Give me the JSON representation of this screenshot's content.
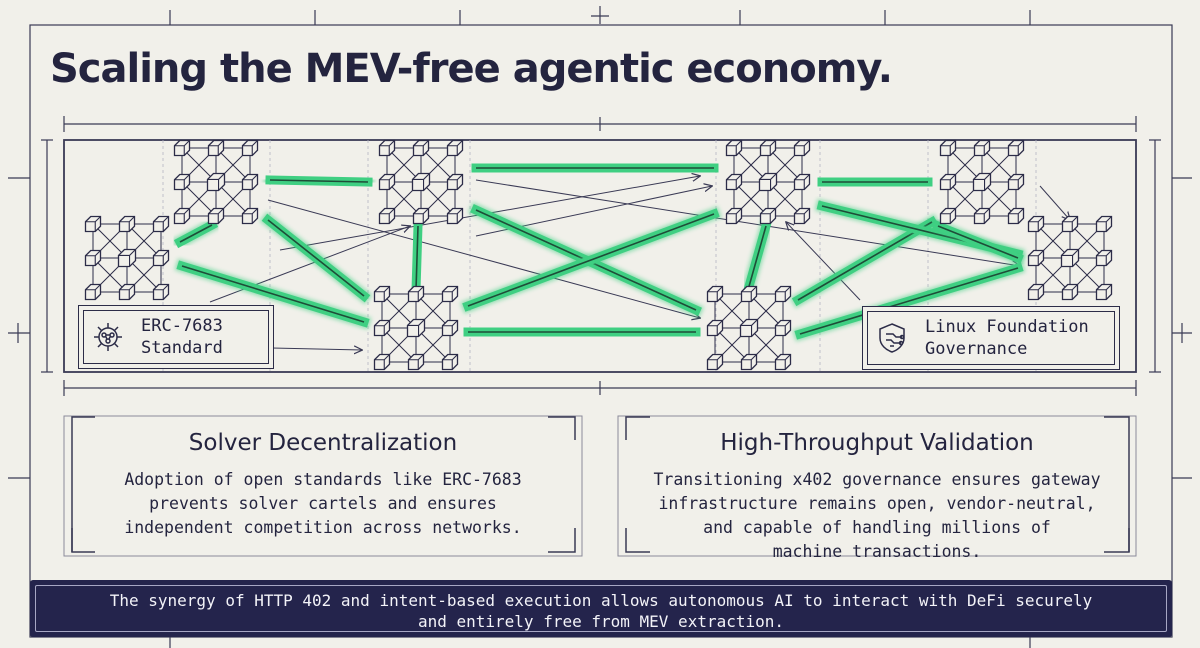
{
  "title": "Scaling the MEV-free agentic economy.",
  "colors": {
    "background": "#f1f0ea",
    "ink": "#24243f",
    "accent_green": "#3fcf82",
    "banner": "#24244c"
  },
  "diagram": {
    "nodes": [
      {
        "id": "n1",
        "icon": "cube-cluster-icon"
      },
      {
        "id": "n2",
        "icon": "cube-cluster-icon"
      },
      {
        "id": "n3",
        "icon": "cube-cluster-icon"
      },
      {
        "id": "n4",
        "icon": "cube-cluster-icon"
      },
      {
        "id": "n5",
        "icon": "cube-cluster-icon"
      },
      {
        "id": "n6",
        "icon": "cube-cluster-icon"
      },
      {
        "id": "n7",
        "icon": "cube-cluster-icon"
      },
      {
        "id": "n8",
        "icon": "cube-cluster-icon"
      },
      {
        "id": "n9",
        "icon": "cube-cluster-icon"
      }
    ],
    "green_links": [
      [
        "n2",
        "n3"
      ],
      [
        "n3",
        "n5"
      ],
      [
        "n5",
        "n6"
      ],
      [
        "n1",
        "n2"
      ],
      [
        "n1",
        "n4"
      ],
      [
        "n2",
        "n4"
      ],
      [
        "n3",
        "n4"
      ],
      [
        "n3",
        "n7"
      ],
      [
        "n4",
        "n5"
      ],
      [
        "n4",
        "n7"
      ],
      [
        "n5",
        "n7"
      ],
      [
        "n5",
        "n9"
      ],
      [
        "n6",
        "n9"
      ],
      [
        "n7",
        "n8"
      ],
      [
        "n8",
        "n9"
      ],
      [
        "n7",
        "n9"
      ]
    ],
    "arrows": [
      [
        "n2",
        "n7"
      ],
      [
        "n3",
        "n8"
      ],
      [
        "n3",
        "n9"
      ],
      [
        "n4",
        "n5"
      ],
      [
        "n8",
        "n5"
      ],
      [
        "n6",
        "n9"
      ],
      [
        "n3",
        "n6"
      ]
    ],
    "label_left": {
      "line1": "ERC-7683",
      "line2": "Standard",
      "icon": "gear-network-icon"
    },
    "label_right": {
      "line1": "Linux Foundation",
      "line2": "Governance",
      "icon": "shield-circuit-icon"
    }
  },
  "cards": [
    {
      "title": "Solver Decentralization",
      "lines": [
        "Adoption of open standards like ERC-7683",
        "prevents solver cartels and ensures",
        "independent competition across networks."
      ]
    },
    {
      "title": "High-Throughput Validation",
      "lines": [
        "Transitioning x402 governance ensures gateway",
        "infrastructure remains open, vendor-neutral,",
        "and capable of handling millions of",
        "machine transactions."
      ]
    }
  ],
  "banner": {
    "line1": "The synergy of HTTP 402 and intent-based execution allows autonomous AI to interact with DeFi securely",
    "line2": "and entirely free from MEV extraction."
  }
}
